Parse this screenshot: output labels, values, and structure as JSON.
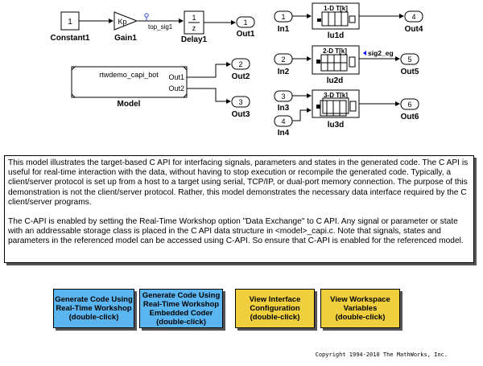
{
  "colors": {
    "button_blue": "#5bb5f0",
    "button_yellow": "#efcf3d",
    "signal_label_blue": "#0000ff"
  },
  "blocks": {
    "constant_value": "1",
    "constant_name": "Constant1",
    "gain_value": "Kp",
    "gain_name": "Gain1",
    "signal_top": "top_sig1",
    "delay_num": "1",
    "delay_den": "z",
    "delay_name": "Delay1",
    "out1_num": "1",
    "out1_name": "Out1",
    "model_ref_title": "rtwdemo_capi_bot",
    "model_ref_port1": "Out1",
    "model_ref_port2": "Out2",
    "model_ref_name": "Model",
    "out2_num": "2",
    "out2_name": "Out2",
    "out3_num": "3",
    "out3_name": "Out3",
    "in1_num": "1",
    "in1_name": "In1",
    "lu1d_title": "1-D T[k]",
    "lu1d_name": "lu1d",
    "out4_num": "4",
    "out4_name": "Out4",
    "in2_num": "2",
    "in2_name": "In2",
    "lu2d_title": "2-D T[k]",
    "lu2d_name": "lu2d",
    "signal_eg": "sig2_eg",
    "out5_num": "5",
    "out5_name": "Out5",
    "in3_num": "3",
    "in3_name": "In3",
    "in4_num": "4",
    "in4_name": "In4",
    "lu3d_title": "3-D T[k]",
    "lu3d_name": "lu3d",
    "out6_num": "6",
    "out6_name": "Out6"
  },
  "annotation": {
    "paragraph1": "This model illustrates the target-based C API for interfacing signals, parameters and states in the generated code. The C API is useful for real-time interaction with the data, without having to stop execution or recompile the generated code.  Typically, a client/server protocol is set up from a host to a target using serial, TCP/IP, or dual-port memory connection.  The purpose of this demonstration is not the client/server protocol.  Rather, this model demonstrates the necessary data interface required by the C client/server programs.",
    "paragraph2": "The C-API is enabled by setting the Real-Time Workshop option \"Data Exchange\" to C API.  Any signal or parameter or state with an addressable storage class is placed in the C API data structure in <model>_capi.c. Note that signals, states and parameters in the referenced model can be accessed using C-API. So ensure that C-API is enabled for the referenced model."
  },
  "buttons": {
    "gen_rtw": "Generate Code Using\nReal-Time Workshop\n(double-click)",
    "gen_ec": "Generate Code Using\nReal-Time Workshop\nEmbedded Coder\n(double-click)",
    "view_iface": "View Interface\nConfiguration\n(double-click)",
    "view_ws": "View Workspace\nVariables\n(double-click)"
  },
  "copyright": "Copyright 1994-2010 The MathWorks, Inc."
}
